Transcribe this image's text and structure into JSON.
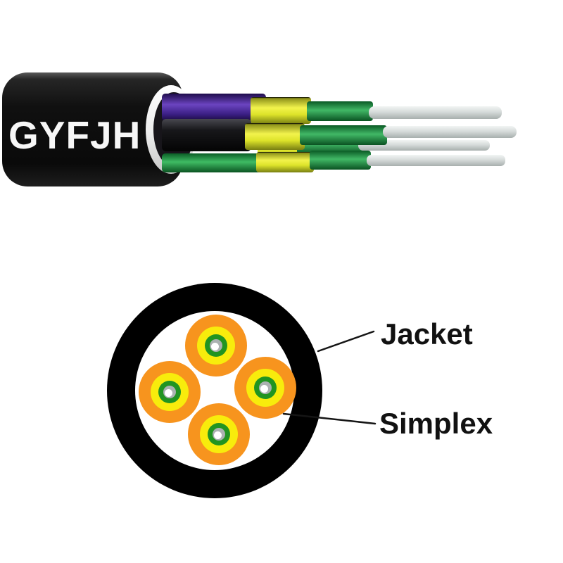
{
  "page": {
    "background_color": "#ffffff"
  },
  "cable_illustration": {
    "print_label": "GYFJH",
    "print_label_color": "#f7f7f7",
    "jacket_color": "#0e0e0e",
    "inner_liner_color": "#e9e9e9",
    "subunit_jacket_colors": {
      "top": "#5634a2",
      "middle": "#1b1b1f",
      "bottom": "#1f9a45"
    },
    "strength_yarn_color": "#dfe32c",
    "tight_buffer_color": "#27a24c",
    "bare_fiber_color": "#d7dbda",
    "fiber_count": 4
  },
  "cross_section_diagram": {
    "outer_jacket_color": "#000000",
    "interior_color": "#ffffff",
    "simplex_unit": {
      "count": 4,
      "outer_color": "#f7941e",
      "ring_color": "#f8ec0c",
      "buffer_color": "#219421",
      "cladding_color": "#abb1b1",
      "fiber_color": "#ffffff"
    },
    "callouts": [
      {
        "label": "Jacket"
      },
      {
        "label": "Simplex"
      }
    ],
    "line_color": "#151515"
  }
}
